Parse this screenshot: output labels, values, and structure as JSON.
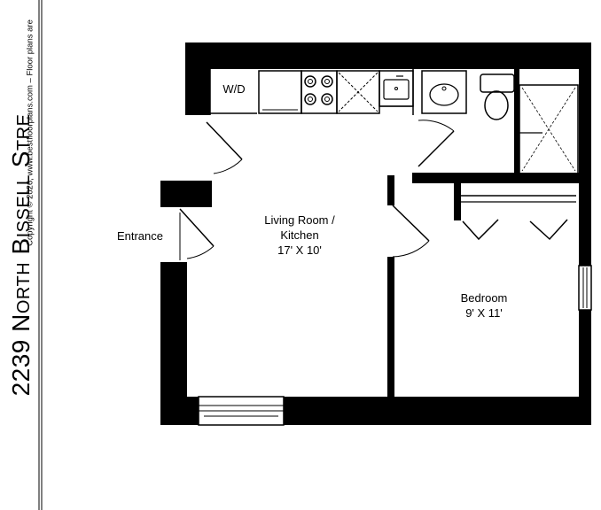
{
  "header": {
    "address": "2239 North Bissell Stre",
    "copyright": "Copyright © 2026, www.bestfloorplans.com – Floor plans are"
  },
  "appliances": {
    "washer_dryer": "W/D"
  },
  "rooms": {
    "entrance": "Entrance",
    "living": {
      "name": "Living Room /",
      "name2": "Kitchen",
      "size": "17' X 10'"
    },
    "bedroom": {
      "name": "Bedroom",
      "size": "9' X 11'"
    }
  }
}
